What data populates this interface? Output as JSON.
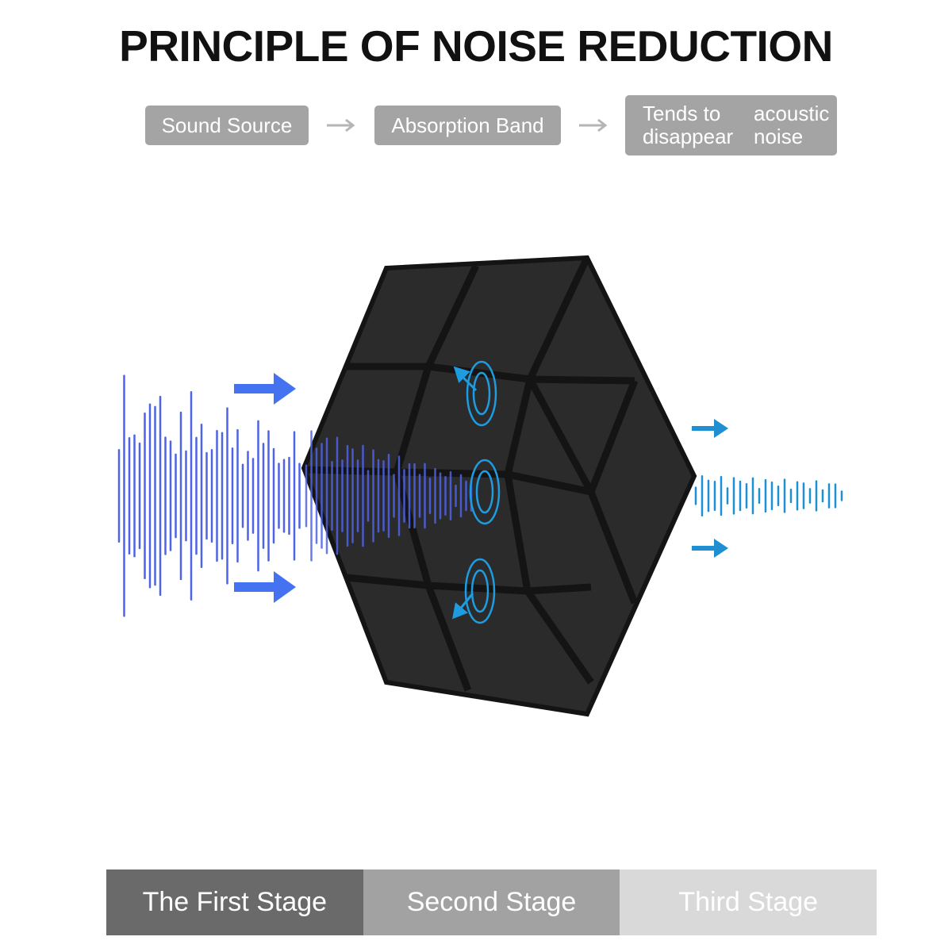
{
  "title": "PRINCIPLE OF NOISE REDUCTION",
  "flow": {
    "step1": "Sound Source",
    "step2": "Absorption Band",
    "step3_line1": "Tends to disappear",
    "step3_line2": "acoustic noise",
    "arrow_icon": "arrow-right-icon"
  },
  "stages": {
    "first": "The First Stage",
    "second": "Second Stage",
    "third": "Third Stage"
  },
  "colors": {
    "incoming_wave": "#4f63e6",
    "outgoing_wave": "#1e8fd0",
    "panel": "#2b2b2b",
    "stage_first": "#6a6a6a",
    "stage_second": "#a2a2a2",
    "stage_third": "#d9d9d9"
  }
}
